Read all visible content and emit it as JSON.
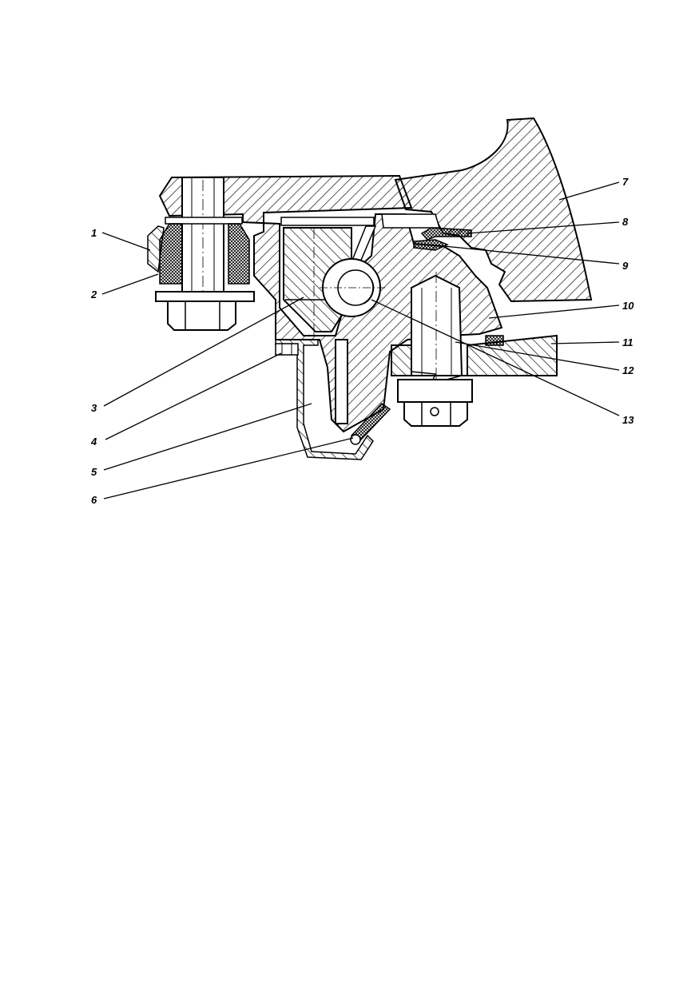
{
  "diagram": {
    "labels": {
      "l1": "1",
      "l2": "2",
      "l3": "3",
      "l4": "4",
      "l5": "5",
      "l6": "6",
      "l7": "7",
      "l8": "8",
      "l9": "9",
      "l10": "10",
      "l11": "11",
      "l12": "12",
      "l13": "13"
    },
    "colors": {
      "ink": "#000000",
      "paper": "#ffffff"
    }
  }
}
